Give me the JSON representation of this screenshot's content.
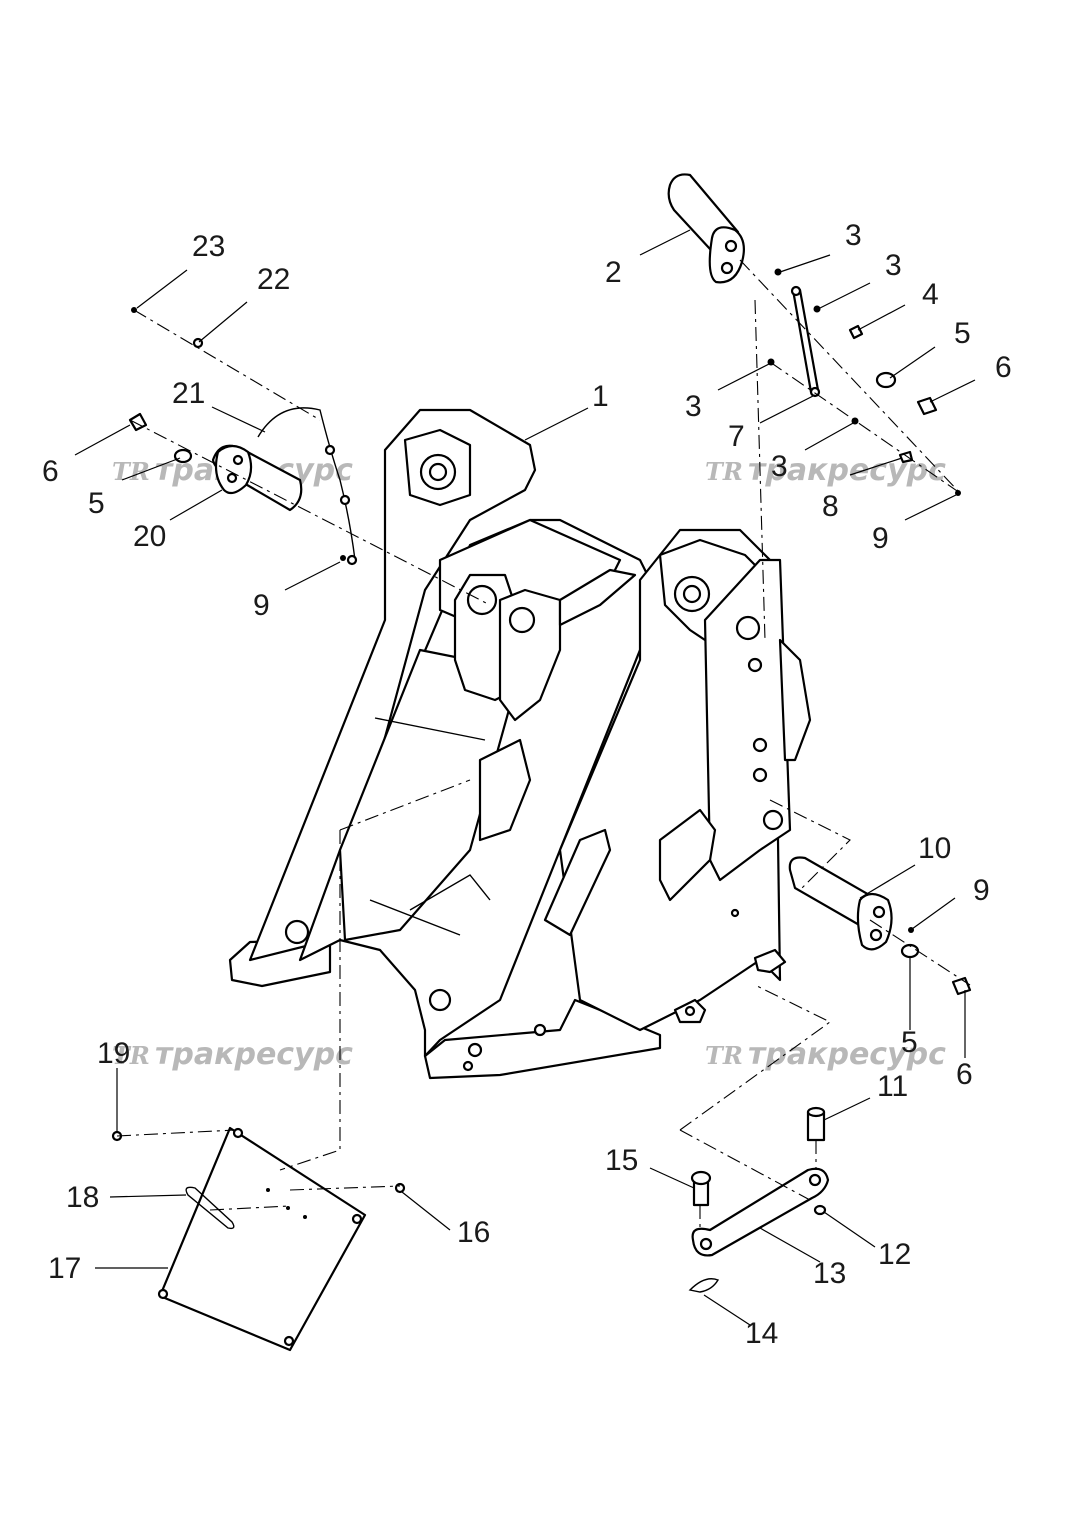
{
  "callouts": [
    {
      "id": "c1",
      "text": "1"
    },
    {
      "id": "c2",
      "text": "2"
    },
    {
      "id": "c3a",
      "text": "3"
    },
    {
      "id": "c3b",
      "text": "3"
    },
    {
      "id": "c3c",
      "text": "3"
    },
    {
      "id": "c3d",
      "text": "3"
    },
    {
      "id": "c4",
      "text": "4"
    },
    {
      "id": "c5a",
      "text": "5"
    },
    {
      "id": "c6a",
      "text": "6"
    },
    {
      "id": "c7",
      "text": "7"
    },
    {
      "id": "c8",
      "text": "8"
    },
    {
      "id": "c9a",
      "text": "9"
    },
    {
      "id": "c23",
      "text": "23"
    },
    {
      "id": "c22",
      "text": "22"
    },
    {
      "id": "c21",
      "text": "21"
    },
    {
      "id": "c6b",
      "text": "6"
    },
    {
      "id": "c5b",
      "text": "5"
    },
    {
      "id": "c20",
      "text": "20"
    },
    {
      "id": "c9b",
      "text": "9"
    },
    {
      "id": "c10",
      "text": "10"
    },
    {
      "id": "c9c",
      "text": "9"
    },
    {
      "id": "c5c",
      "text": "5"
    },
    {
      "id": "c6c",
      "text": "6"
    },
    {
      "id": "c19",
      "text": "19"
    },
    {
      "id": "c11",
      "text": "11"
    },
    {
      "id": "c15",
      "text": "15"
    },
    {
      "id": "c18",
      "text": "18"
    },
    {
      "id": "c16",
      "text": "16"
    },
    {
      "id": "c12",
      "text": "12"
    },
    {
      "id": "c17",
      "text": "17"
    },
    {
      "id": "c13",
      "text": "13"
    },
    {
      "id": "c14",
      "text": "14"
    }
  ],
  "watermark": {
    "logo": "TR",
    "text": "тракресурс"
  }
}
